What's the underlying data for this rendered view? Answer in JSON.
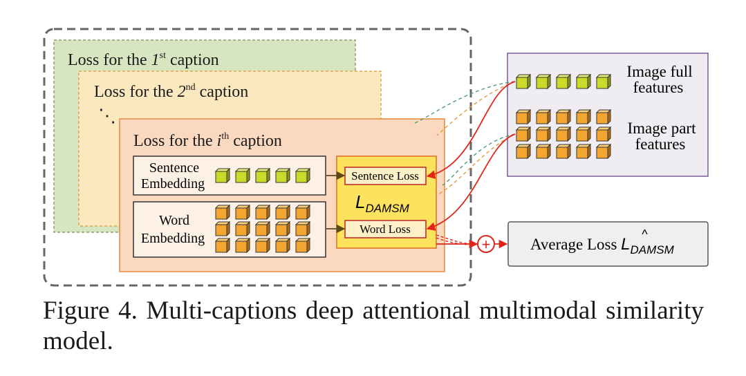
{
  "captions": {
    "first": {
      "prefix": "Loss for the ",
      "index": "1",
      "sup": "st",
      "suffix": " caption"
    },
    "second": {
      "prefix": "Loss for the ",
      "index": "2",
      "sup": "nd",
      "suffix": " caption"
    },
    "ellipsis": "⋱",
    "ith": {
      "prefix": "Loss for the ",
      "index": "i",
      "sup": "th",
      "suffix": " caption"
    }
  },
  "embeddings": {
    "sentence": {
      "line1": "Sentence",
      "line2": "Embedding"
    },
    "word": {
      "line1": "Word",
      "line2": "Embedding"
    }
  },
  "losses": {
    "sentence_loss": "Sentence Loss",
    "word_loss": "Word Loss",
    "damsm_symbol": "L",
    "damsm_subscript": "DAMSM"
  },
  "image_features": {
    "full": {
      "line1": "Image full",
      "line2": "features"
    },
    "part": {
      "line1": "Image part",
      "line2": "features"
    }
  },
  "sum_symbol": "+",
  "average": {
    "label": "Average Loss ",
    "symbol": "L",
    "hat": "^",
    "subscript": "DAMSM"
  },
  "figure_caption": "Figure 4. Multi-captions deep attentional multimodal similarity model.",
  "colors": {
    "green_panel": "#d7e6c0",
    "yellow_panel": "#fbe8bf",
    "orange_panel": "#fad9c0",
    "damsm_box": "#fde25e",
    "cube_green": "#cbd92a",
    "cube_orange": "#f2a531",
    "feature_panel": "#efedf2",
    "arrow_red": "#e2231a",
    "dash_green": "#4f9a6e",
    "dash_orange": "#e29a3a"
  }
}
